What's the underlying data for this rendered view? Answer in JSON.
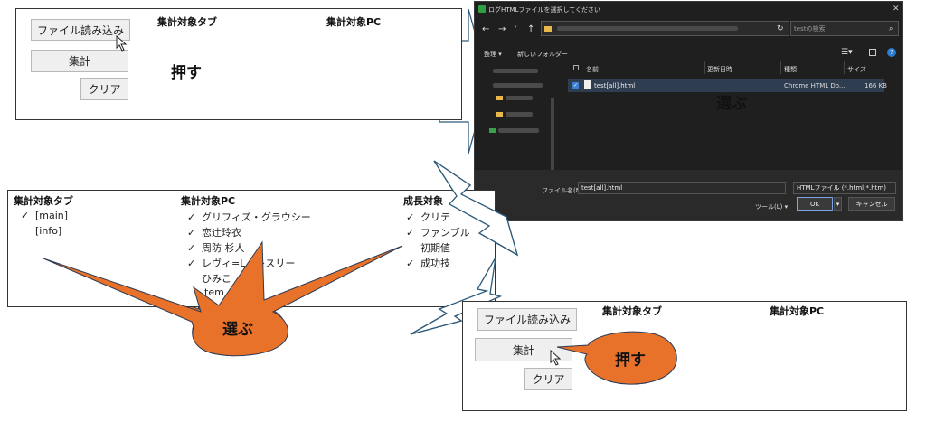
{
  "panel1": {
    "load_button": "ファイル読み込み",
    "sum_button": "集計",
    "clear_button": "クリア",
    "header_tab": "集計対象タブ",
    "header_pc": "集計対象PC"
  },
  "callout_press_1": "押す",
  "dialog": {
    "title": "ログHTMLファイルを選択してください",
    "search_placeholder": "testの検索",
    "toolbar_organize": "整理 ▾",
    "toolbar_new_folder": "新しいフォルダー",
    "columns": {
      "name": "名前",
      "date": "更新日時",
      "type": "種類",
      "size": "サイズ"
    },
    "file": {
      "name": "test[all].html",
      "type": "Chrome HTML Do...",
      "size": "166 KB"
    },
    "filename_label": "ファイル名(N):",
    "filename_value": "test[all].html",
    "filter_value": "HTMLファイル (*.html;*.htm)",
    "tools_label": "ツール(L) ▾",
    "ok_label": "OK",
    "cancel_label": "キャンセル"
  },
  "callout_choose_dialog": "選ぶ",
  "panel2": {
    "header_tab": "集計対象タブ",
    "header_pc": "集計対象PC",
    "header_growth": "成長対象",
    "tabs": [
      {
        "checked": true,
        "label": "[main]"
      },
      {
        "checked": false,
        "label": "[info]"
      }
    ],
    "pcs": [
      {
        "checked": true,
        "label": "グリフィズ・グラウシー"
      },
      {
        "checked": true,
        "label": "恋辻玲衣"
      },
      {
        "checked": true,
        "label": "周防 杉人"
      },
      {
        "checked": true,
        "label": "レヴィ=L・レスリー"
      },
      {
        "checked": false,
        "label": "ひみこ"
      },
      {
        "checked": false,
        "label": "item"
      }
    ],
    "growth": [
      {
        "checked": true,
        "label": "クリテ"
      },
      {
        "checked": true,
        "label": "ファンブル"
      },
      {
        "checked": false,
        "label": "初期値"
      },
      {
        "checked": true,
        "label": "成功技"
      }
    ],
    "check_mark": "✓"
  },
  "callout_choose_list": "選ぶ",
  "panel3": {
    "load_button": "ファイル読み込み",
    "sum_button": "集計",
    "clear_button": "クリア",
    "header_tab": "集計対象タブ",
    "header_pc": "集計対象PC"
  },
  "callout_press_2": "押す",
  "colors": {
    "callout": "#e8722a",
    "dialog_bg": "#1f1f1f",
    "arrow_stroke": "#2d5a7a"
  },
  "icons": [
    "cursor-icon",
    "checkbox-icon",
    "folder-icon",
    "html-file-icon",
    "search-icon",
    "refresh-icon",
    "help-icon",
    "back-arrow-icon",
    "forward-arrow-icon",
    "up-arrow-icon"
  ]
}
